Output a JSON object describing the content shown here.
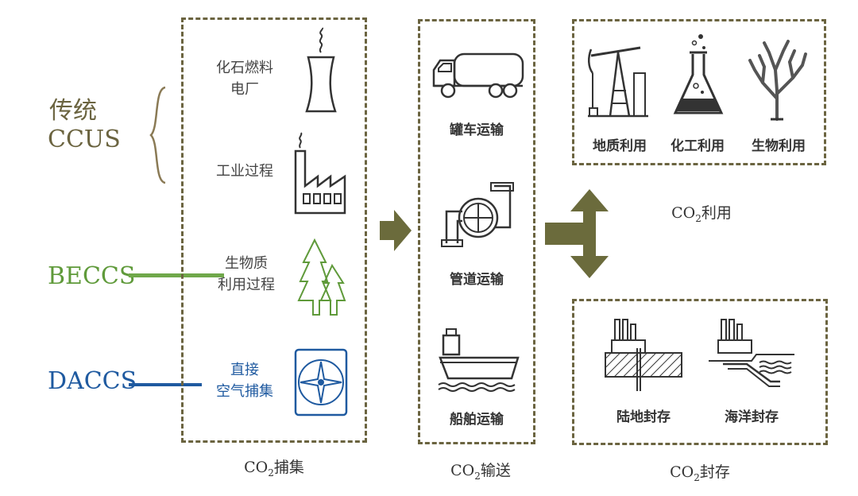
{
  "left": {
    "traditional_line1": "传统",
    "traditional_line2": "CCUS",
    "beccs": "BECCS",
    "daccs": "DACCS"
  },
  "capture": {
    "items": [
      {
        "label_l1": "化石燃料",
        "label_l2": "电厂",
        "icon": "power-plant-cooling-tower-icon"
      },
      {
        "label_l1": "工业过程",
        "label_l2": "",
        "icon": "factory-icon"
      },
      {
        "label_l1": "生物质",
        "label_l2": "利用过程",
        "icon": "pine-trees-icon"
      },
      {
        "label_l1": "直接",
        "label_l2": "空气捕集",
        "icon": "fan-icon"
      }
    ],
    "caption_prefix": "CO",
    "caption_sub": "2",
    "caption_suffix": "捕集"
  },
  "transport": {
    "items": [
      {
        "label": "罐车运输",
        "icon": "tanker-truck-icon"
      },
      {
        "label": "管道运输",
        "icon": "pipeline-valve-icon"
      },
      {
        "label": "船舶运输",
        "icon": "ship-icon"
      }
    ],
    "caption_prefix": "CO",
    "caption_sub": "2",
    "caption_suffix": "输送"
  },
  "utilization": {
    "items": [
      {
        "label": "地质利用",
        "icon": "oil-pump-jack-icon"
      },
      {
        "label": "化工利用",
        "icon": "chemistry-flask-icon"
      },
      {
        "label": "生物利用",
        "icon": "coral-icon"
      }
    ],
    "caption_prefix": "CO",
    "caption_sub": "2",
    "caption_suffix": "利用"
  },
  "storage": {
    "items": [
      {
        "label": "陆地封存",
        "icon": "land-storage-icon"
      },
      {
        "label": "海洋封存",
        "icon": "ocean-storage-icon"
      }
    ],
    "caption_prefix": "CO",
    "caption_sub": "2",
    "caption_suffix": "封存"
  },
  "colors": {
    "traditional": "#6b6440",
    "beccs": "#5f9a3a",
    "daccs": "#1f5aa0",
    "arrow": "#6b6b3c",
    "box_border": "#6b6440"
  }
}
